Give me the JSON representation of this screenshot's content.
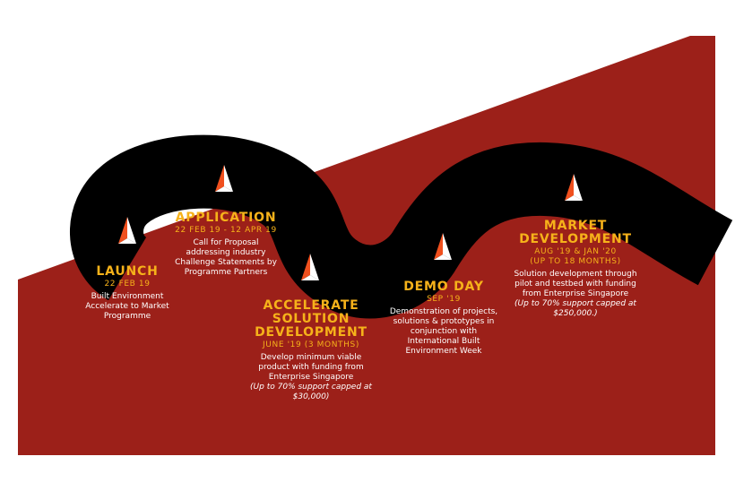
{
  "colors": {
    "background": "#ffffff",
    "field": "#9c2019",
    "road": "#000000",
    "accent": "#f6b21a",
    "text": "#ffffff",
    "marker_orange": "#f0501e",
    "marker_white": "#ffffff"
  },
  "marker_icon": "pyramid-marker-icon",
  "milestones": [
    {
      "title": "LAUNCH",
      "date": "22 FEB 19",
      "description": "Built Environment\nAccelerate to Market\nProgramme",
      "note": ""
    },
    {
      "title": "APPLICATION",
      "date": "22 FEB 19 - 12 APR 19",
      "description": "Call for Proposal\naddressing industry\nChallenge Statements by\nProgramme Partners",
      "note": ""
    },
    {
      "title": "ACCELERATE\nSOLUTION\nDEVELOPMENT",
      "date": "JUNE '19 (3 MONTHS)",
      "description": "Develop minimum viable\nproduct with funding from\nEnterprise Singapore",
      "note": "(Up to 70% support capped at\n$30,000)"
    },
    {
      "title": "DEMO DAY",
      "date": "SEP '19",
      "description": "Demonstration of projects,\nsolutions & prototypes in\nconjunction with\nInternational Built\nEnvironment Week",
      "note": ""
    },
    {
      "title": "MARKET\nDEVELOPMENT",
      "date": "AUG '19 & JAN '20\n(UP TO 18 MONTHS)",
      "description": "Solution development through\npilot and testbed with funding\nfrom Enterprise Singapore",
      "note": "(Up to 70% support capped at\n$250,000.)"
    }
  ]
}
